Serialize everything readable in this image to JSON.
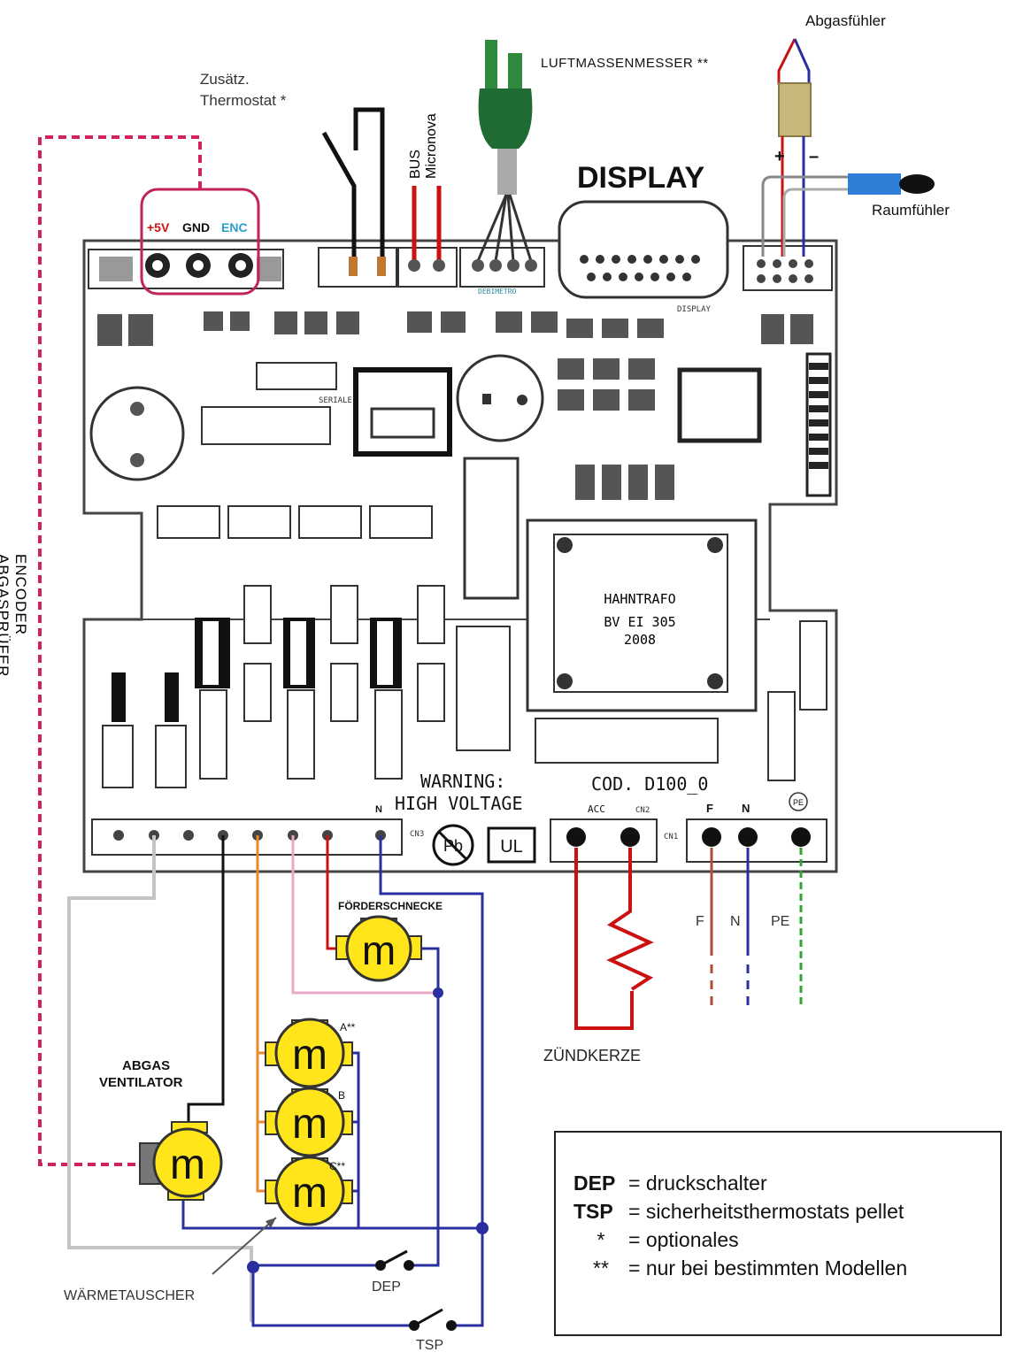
{
  "labels": {
    "abgasfuehler": "Abgasfühler",
    "zusaetz_thermostat_1": "Zusätz.",
    "zusaetz_thermostat_2": "Thermostat *",
    "bus_micronova": "BUS Micronova",
    "luftmassenmesser": "LUFTMASSENMESSER **",
    "display": "DISPLAY",
    "raumfuehler": "Raumfühler",
    "plus5v": "+5V",
    "gnd": "GND",
    "enc": "ENC",
    "encoder": "ENCODER ABGASPRÜFER",
    "warning_1": "WARNING:",
    "warning_2": "HIGH  VOLTAGE",
    "cod": "COD. D100_0",
    "transformer_1": "HAHNTRAFO",
    "transformer_2": "BV EI 305",
    "transformer_3": "2008",
    "foerderschnecke": "FÖRDERSCHNECKE",
    "abgas_ventilator_1": "ABGAS",
    "abgas_ventilator_2": "VENTILATOR",
    "waermetauscher": "WÄRMETAUSCHER",
    "dep": "DEP",
    "tsp": "TSP",
    "zuendkerze": "ZÜNDKERZE",
    "f": "F",
    "n": "N",
    "pe": "PE",
    "acc": "ACC",
    "ul": "UL",
    "pb": "Pb",
    "motor_a": "A**",
    "motor_b": "B",
    "motor_c": "C**",
    "motor_letter": "m",
    "plus": "+",
    "minus": "–",
    "board_f": "F",
    "board_n": "N",
    "board_pe": "PE",
    "board_n2": "N",
    "pcb_cn2": "CN2",
    "pcb_cn1": "CN1",
    "pcb_cn3": "CN3",
    "pcb_seriale": "SERIALE",
    "pcb_display": "DISPLAY",
    "pcb_debimetro": "DEBIMETRO"
  },
  "legend": [
    {
      "key": "DEP",
      "text": "= druckschalter",
      "bold": true
    },
    {
      "key": "TSP",
      "text": "= sicherheitsthermostats pellet",
      "bold": true
    },
    {
      "key": "*",
      "text": "= optionales",
      "bold": false
    },
    {
      "key": "**",
      "text": "= nur bei bestimmten Modellen",
      "bold": false
    }
  ],
  "colors": {
    "encoder_wire": "#d0245a",
    "blue_wire": "#2a2fa0",
    "red_wire": "#cc1111",
    "orange_wire": "#e8892a",
    "pink_wire": "#e9a9c4",
    "grey_wire": "#bdbdbd",
    "green_wire": "#2fa52f",
    "motor_fill": "#ffe51a",
    "sensor_green": "#1f6b33",
    "raum_blue": "#2f7fd8"
  }
}
